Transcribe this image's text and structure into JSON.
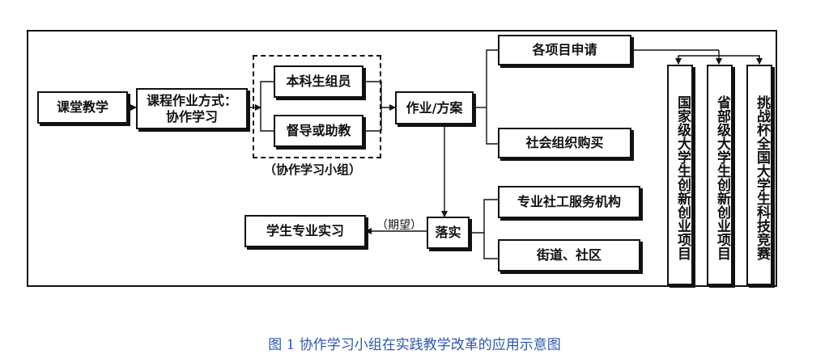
{
  "boxes": {
    "classroom_teaching": "课堂教学",
    "coursework_method": "课程作业方式：\n协作学习",
    "undergrad_members": "本科生组员",
    "supervisor_assistant": "督导或助教",
    "assignment_plan": "作业/方案",
    "project_application": "各项目申请",
    "social_org_purchase": "社会组织购买",
    "social_work_agency": "专业社工服务机构",
    "street_community": "街道、社区",
    "implementation": "落实",
    "student_internship": "学生专业实习",
    "national_project": "国家级大学生创新创业项目",
    "provincial_project": "省部级大学生创新创业项目",
    "challenge_cup": "挑战杯全国大学生科技竞赛"
  },
  "labels": {
    "group": "（协作学习小组）",
    "expectation": "（期望）"
  },
  "caption": "图 1  协作学习小组在实践教学改革的应用示意图"
}
